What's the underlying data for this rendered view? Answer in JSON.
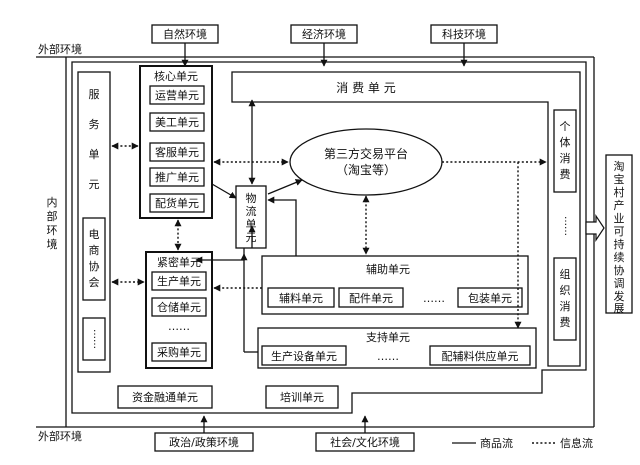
{
  "env": {
    "outer_top": "外部环境",
    "outer_bottom": "外部环境",
    "inner": [
      "内",
      "部",
      "环",
      "境"
    ],
    "natural": "自然环境",
    "economic": "经济环境",
    "tech": "科技环境",
    "policy": "政治/政策环境",
    "social": "社会/文化环境"
  },
  "service": {
    "title": [
      "服",
      "务",
      "单",
      "元"
    ],
    "ecommerce": [
      "电",
      "商",
      "协",
      "会"
    ],
    "more": "……"
  },
  "core": {
    "title": "核心单元",
    "items": [
      "运营单元",
      "美工单元",
      "客服单元",
      "推广单元",
      "配货单元"
    ]
  },
  "tight": {
    "title": "紧密单元",
    "items": [
      "生产单元",
      "仓储单元",
      "采购单元"
    ],
    "ellipsis": "……"
  },
  "logistics": [
    "物",
    "流",
    "单",
    "元"
  ],
  "consumer": {
    "title": "消 费 单 元",
    "individual": [
      "个",
      "体",
      "消",
      "费"
    ],
    "mid": "……",
    "org": [
      "组",
      "织",
      "消",
      "费"
    ]
  },
  "platform": {
    "line1": "第三方交易平台",
    "line2": "（淘宝等）"
  },
  "aux": {
    "title": "辅助单元",
    "items": [
      "辅料单元",
      "配件单元",
      "包装单元"
    ],
    "ellipsis": "……"
  },
  "support": {
    "title": "支持单元",
    "items": [
      "生产设备单元",
      "配辅料供应单元"
    ],
    "ellipsis": "……"
  },
  "bottom_units": {
    "finance": "资金融通单元",
    "training": "培训单元"
  },
  "goal": [
    "淘",
    "宝",
    "村",
    "产",
    "业",
    "可",
    "持",
    "续",
    "协",
    "调",
    "发",
    "展"
  ],
  "legend": {
    "goods": "商品流",
    "info": "信息流"
  }
}
